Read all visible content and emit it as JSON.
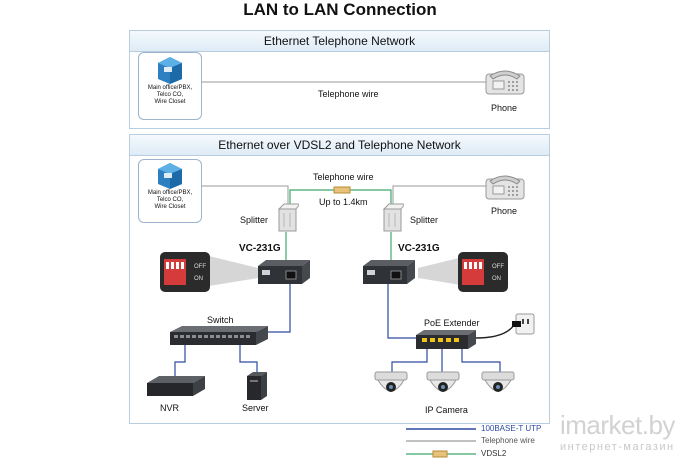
{
  "title": "LAN to LAN Connection",
  "panels": {
    "top": {
      "header": "Ethernet Telephone Network",
      "office_lines": [
        "Main office/PBX,",
        "Telco CO,",
        "Wire Closet"
      ],
      "wire_label": "Telephone wire",
      "phone_label": "Phone"
    },
    "bottom": {
      "header": "Ethernet over VDSL2 and Telephone Network",
      "office_lines": [
        "Main office/PBX,",
        "Telco CO,",
        "Wire Closet"
      ],
      "wire_label": "Telephone wire",
      "distance_label": "Up to 1.4km",
      "splitter_left": "Splitter",
      "splitter_right": "Splitter",
      "phone_label": "Phone",
      "device_left": "VC-231G",
      "device_right": "VC-231G",
      "dip_off": "OFF",
      "dip_on": "ON",
      "switch_label": "Switch",
      "nvr_label": "NVR",
      "server_label": "Server",
      "poe_label": "PoE Extender",
      "camera_label": "IP Camera"
    }
  },
  "legend": [
    {
      "label": "100BASE-T UTP",
      "color": "#2d4aa0"
    },
    {
      "label": "Telephone wire",
      "color": "#9a9a9a"
    },
    {
      "label": "VDSL2",
      "color": "#3fa86a"
    }
  ],
  "watermark": {
    "main": "imarket.by",
    "sub": "интернет-магазин"
  }
}
